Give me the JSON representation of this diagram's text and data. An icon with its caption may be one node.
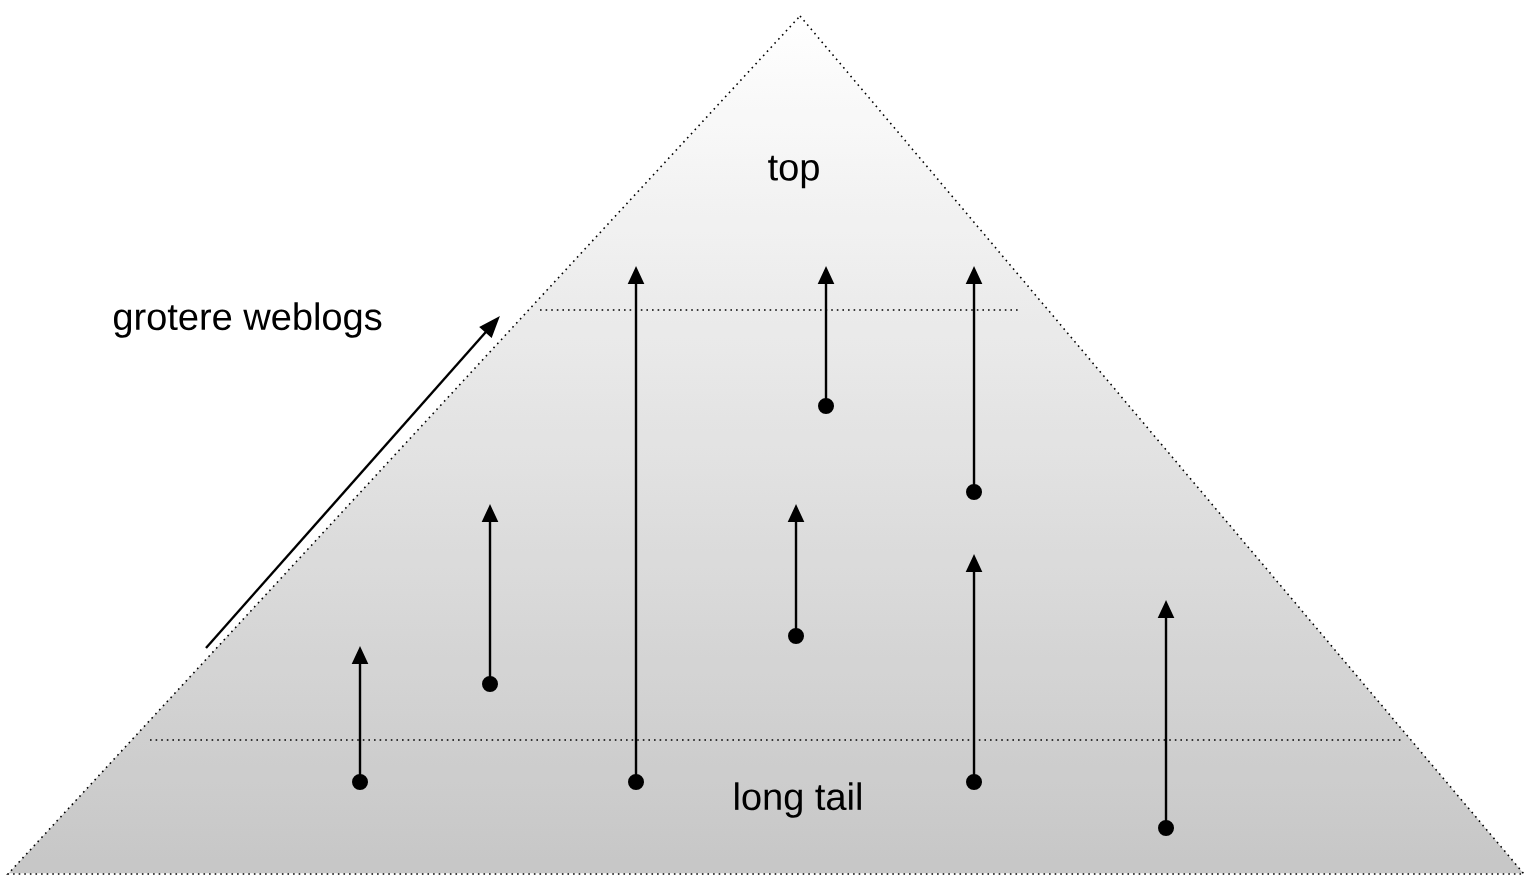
{
  "diagram": {
    "labels": [
      "top",
      "grotere weblogs",
      "long tail"
    ]
  }
}
